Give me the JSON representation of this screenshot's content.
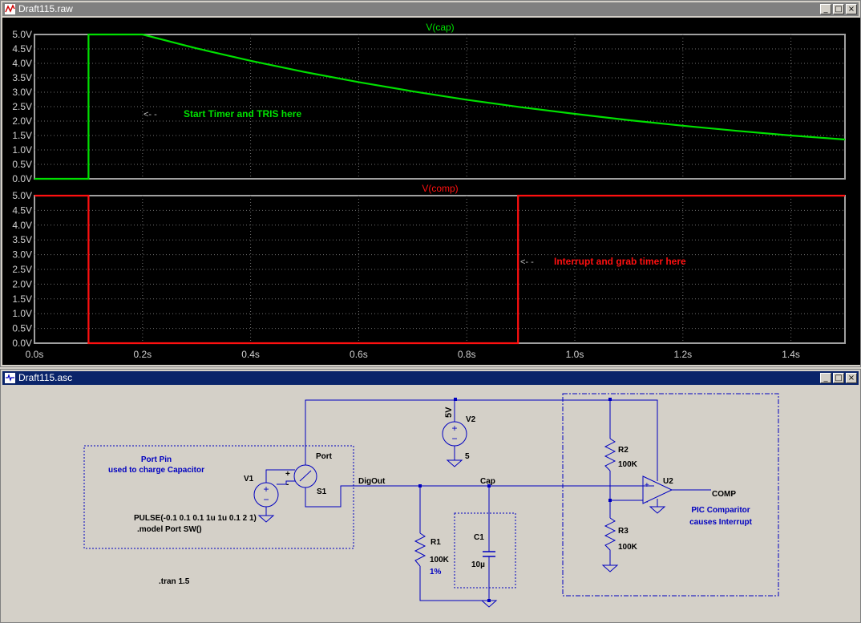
{
  "waveform_window": {
    "title": "Draft115.raw",
    "buttons": {
      "minimize": "_",
      "restore": "□",
      "close": "×"
    },
    "pane_top": {
      "trace_label": "V(cap)",
      "annotation": "Start Timer and TRIS here",
      "annotation_arrow": "<- -",
      "color": "#00e000"
    },
    "pane_bottom": {
      "trace_label": "V(comp)",
      "annotation": "Interrupt and grab timer here",
      "annotation_arrow": "<- -",
      "color": "#ff1010"
    },
    "y_ticks": [
      "5.0V",
      "4.5V",
      "4.0V",
      "3.5V",
      "3.0V",
      "2.5V",
      "2.0V",
      "1.5V",
      "1.0V",
      "0.5V",
      "0.0V"
    ],
    "x_ticks": [
      "0.0s",
      "0.2s",
      "0.4s",
      "0.6s",
      "0.8s",
      "1.0s",
      "1.2s",
      "1.4s"
    ]
  },
  "chart_data": [
    {
      "type": "line",
      "title": "V(cap)",
      "xlim": [
        0,
        1.5
      ],
      "ylim": [
        0,
        5
      ],
      "series": [
        {
          "name": "V(cap)",
          "x": [
            0,
            0.1,
            0.1,
            0.2,
            0.3,
            0.4,
            0.5,
            0.6,
            0.7,
            0.8,
            0.9,
            1.0,
            1.1,
            1.2,
            1.3,
            1.4,
            1.5
          ],
          "y": [
            0,
            0,
            5,
            5,
            4.52,
            4.09,
            3.7,
            3.35,
            3.03,
            2.74,
            2.48,
            2.25,
            2.03,
            1.84,
            1.66,
            1.5,
            1.36
          ]
        }
      ]
    },
    {
      "type": "line",
      "title": "V(comp)",
      "xlim": [
        0,
        1.5
      ],
      "ylim": [
        0,
        5
      ],
      "series": [
        {
          "name": "V(comp)",
          "x": [
            0,
            0.1,
            0.1,
            0.895,
            0.895,
            1.5
          ],
          "y": [
            5,
            5,
            0,
            0,
            5,
            5
          ]
        }
      ]
    }
  ],
  "schematic_window": {
    "title": "Draft115.asc",
    "buttons": {
      "minimize": "_",
      "restore": "□",
      "close": "×"
    },
    "labels": {
      "port_pin_1": "Port Pin",
      "port_pin_2": "used to charge Capacitor",
      "v1": "V1",
      "pulse": "PULSE(-0.1 0.1 0.1 1u 1u 0.1 2 1)",
      "model": ".model Port SW()",
      "port": "Port",
      "s1": "S1",
      "digout": "DigOut",
      "cap": "Cap",
      "v2": "V2",
      "v2_value": "5V",
      "v2_value2": "5",
      "r1": "R1",
      "r1_value": "100K",
      "r1_tol": "1%",
      "c1": "C1",
      "c1_value": "10µ",
      "r2": "R2",
      "r2_value": "100K",
      "r3": "R3",
      "r3_value": "100K",
      "u2": "U2",
      "comp": "COMP",
      "pic_1": "PIC Comparitor",
      "pic_2": "causes Interrupt",
      "tran": ".tran 1.5",
      "plus": "+",
      "minus": "-"
    }
  }
}
